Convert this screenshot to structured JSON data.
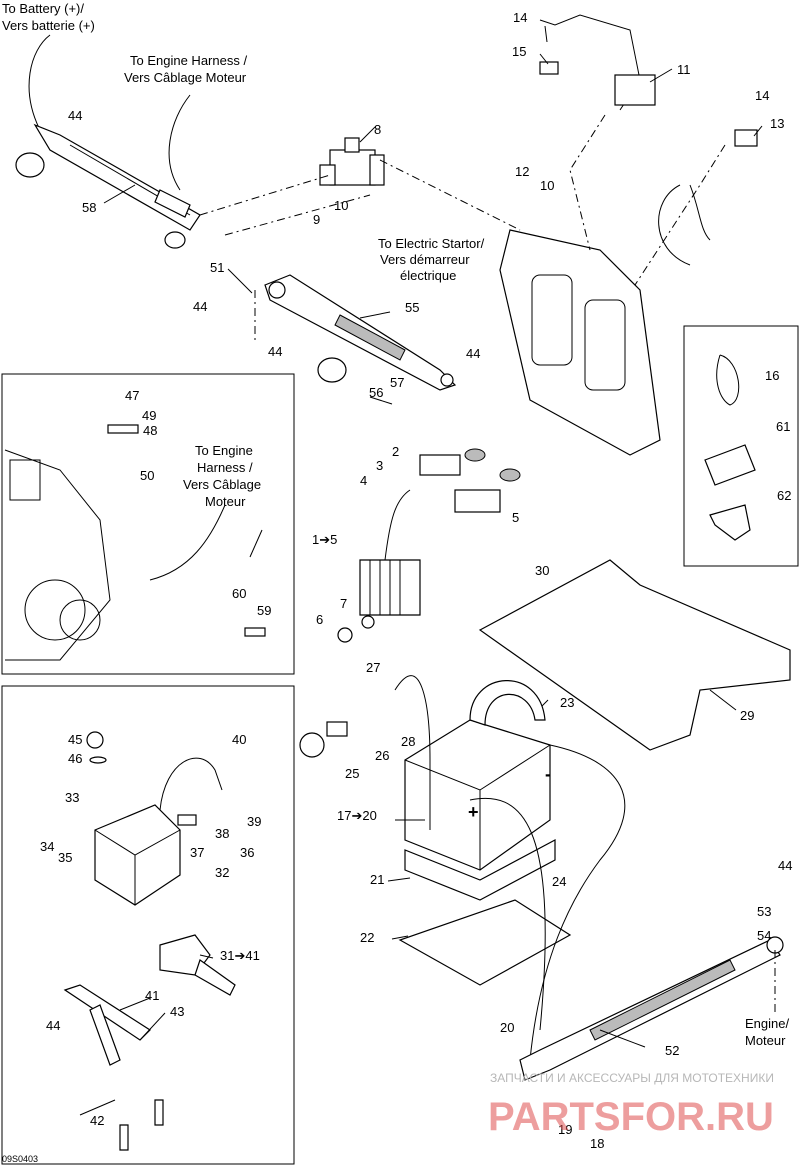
{
  "captions": {
    "battery": [
      "To Battery (+)/",
      "Vers batterie (+)"
    ],
    "engine_harness_top": [
      "To Engine Harness /",
      "Vers Câblage Moteur"
    ],
    "electric_starter": [
      "To Electric Startor/",
      "Vers démarreur",
      "électrique"
    ],
    "engine_harness_left": [
      "To Engine",
      "Harness /",
      "Vers Câblage",
      "Moteur"
    ],
    "engine": [
      "Engine/",
      "Moteur"
    ]
  },
  "part_labels": [
    "1➔5",
    "2",
    "3",
    "4",
    "5",
    "6",
    "7",
    "8",
    "9",
    "10",
    "10",
    "11",
    "12",
    "13",
    "14",
    "14",
    "15",
    "16",
    "17➔20",
    "18",
    "19",
    "20",
    "21",
    "22",
    "23",
    "24",
    "25",
    "26",
    "27",
    "28",
    "29",
    "30",
    "31➔41",
    "32",
    "33",
    "34",
    "35",
    "36",
    "37",
    "38",
    "39",
    "40",
    "41",
    "42",
    "43",
    "44",
    "44",
    "44",
    "44",
    "44",
    "44",
    "45",
    "46",
    "47",
    "48",
    "49",
    "50",
    "51",
    "52",
    "53",
    "54",
    "55",
    "56",
    "57",
    "58",
    "59",
    "60",
    "61",
    "62"
  ],
  "battery_symbols": {
    "plus": "+",
    "minus": "-"
  },
  "drawing_code": "09S0403",
  "watermark": {
    "line1": "ЗАПЧАСТИ И АКСЕССУАРЫ ДЛЯ МОТОТЕХНИКИ",
    "line2": "PARTSFOR.RU"
  }
}
